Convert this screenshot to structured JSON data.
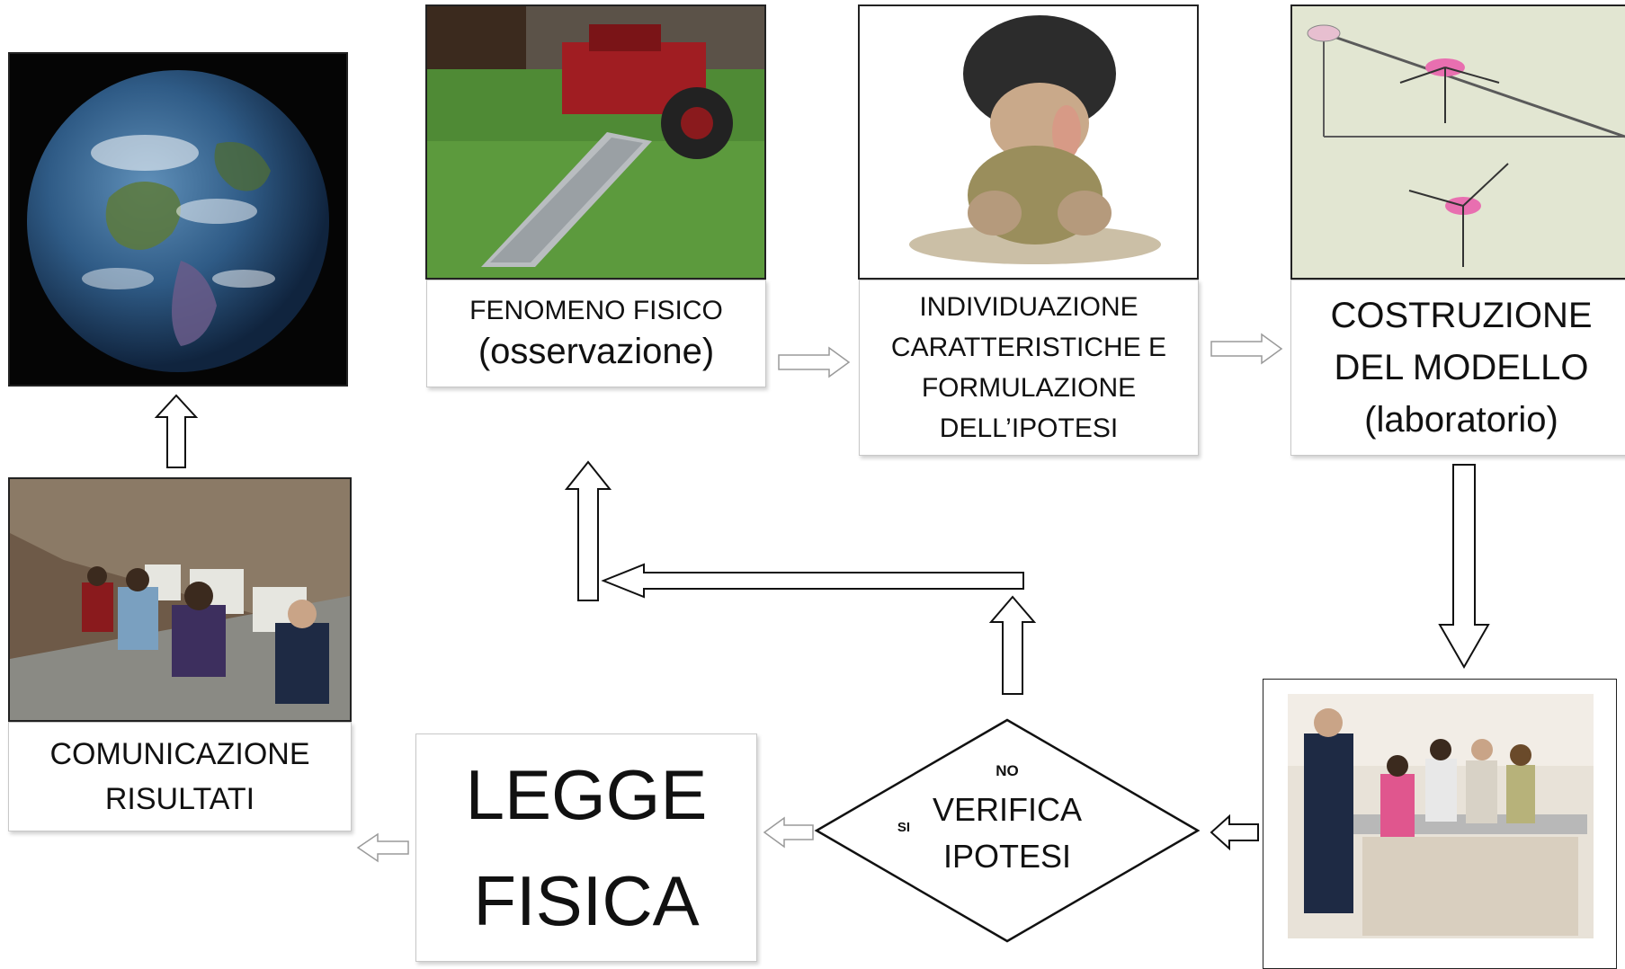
{
  "steps": {
    "fenomeno": {
      "line1": "FENOMENO FISICO",
      "line2": "(osservazione)"
    },
    "ipotesi": {
      "line1": "INDIVIDUAZIONE",
      "line2": "CARATTERISTICHE  E",
      "line3": "FORMULAZIONE",
      "line4": "DELL’IPOTESI"
    },
    "modello": {
      "line1": "COSTRUZIONE",
      "line2": "DEL MODELLO",
      "line3": "(laboratorio)"
    },
    "verifica": {
      "line1": "VERIFICA",
      "line2": "IPOTESI",
      "no_label": "NO",
      "si_label": "SI"
    },
    "legge": {
      "line1": "LEGGE",
      "line2": "FISICA"
    },
    "comunicazione": {
      "line1": "COMUNICAZIONE",
      "line2": "RISULTATI"
    }
  },
  "images": {
    "earth": "earth-photo",
    "tractor": "tractor-ramp-photo",
    "troll": "thinking-troll-photo",
    "forces": "force-diagram-sketch",
    "students": "students-lab-photo",
    "computer_room": "computer-room-photo"
  },
  "colors": {
    "arrow_fill": "#ffffff",
    "arrow_stroke": "#111111",
    "label_border": "#c8c8c8"
  }
}
